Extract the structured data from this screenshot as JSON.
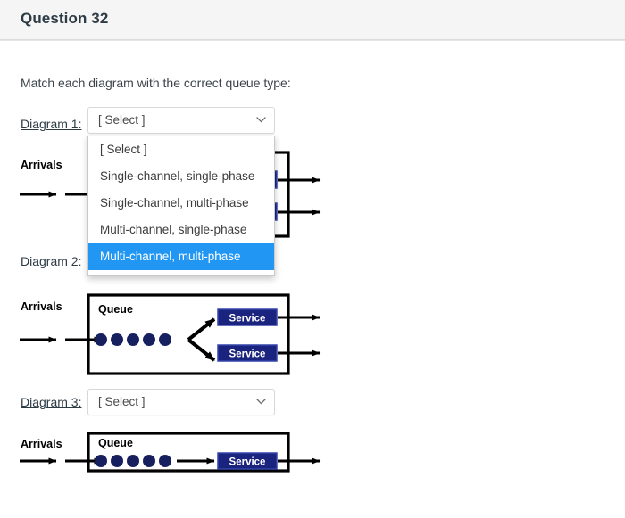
{
  "header": {
    "title": "Question 32"
  },
  "prompt": "Match each diagram with the correct queue type:",
  "rows": [
    {
      "label": "Diagram 1:",
      "select_value": "[ Select ]",
      "dropdown_open": true
    },
    {
      "label": "Diagram 2:",
      "select_value": "[ Select ]",
      "dropdown_open": false
    },
    {
      "label": "Diagram 3:",
      "select_value": "[ Select ]",
      "dropdown_open": false
    }
  ],
  "dropdown": {
    "options": [
      "[ Select ]",
      "Single-channel, single-phase",
      "Single-channel, multi-phase",
      "Multi-channel, single-phase",
      "Multi-channel, multi-phase"
    ],
    "selected_index": 4,
    "highlight_color": "#2196f3"
  },
  "diagrams": {
    "arrivals_label": "Arrivals",
    "queue_label": "Queue",
    "service_label": "Service",
    "d1": {
      "arrivals_label": "Arrivals",
      "service_labels": [
        "Service",
        "Service"
      ],
      "exit_arrows": 2
    },
    "d2": {
      "arrivals_label": "Arrivals",
      "queue_label": "Queue",
      "queue_dots": 5,
      "service_labels": [
        "Service",
        "Service"
      ],
      "exit_arrows": 2
    },
    "d3": {
      "arrivals_label": "Arrivals",
      "queue_label": "Queue",
      "queue_dots": 5,
      "service_labels": [
        "Service"
      ],
      "exit_arrows": 1
    },
    "colors": {
      "service_fill": "#1a237e",
      "dot_fill": "#16205e",
      "stroke": "#000000"
    }
  },
  "icons": {
    "chevron": "chevron-down-icon"
  }
}
